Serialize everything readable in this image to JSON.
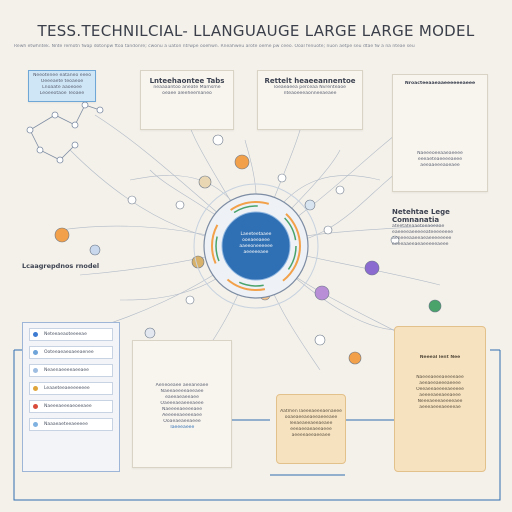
{
  "title": "TESS.TECHNILCIAL- LLANGUAUGE LARGE LARGE MODEL",
  "top_text": "Rewh etwhntek. Nnte remotn fwap dotonpw ftoa tandonre; cwonu a uaton ntrwpe ooehwn. Rneahweu arote oeme pw ceeo. Ooal fenuote; nuon aetpe seu dtae fw a na nteae seu",
  "cards": {
    "top_left": {
      "title": "",
      "lines": [
        "Neeotenee eataneo eeeo",
        "Oeeeaete teoaeoe",
        "Lnoaate aaoeoee",
        "Leoeeotaoe Teoaee"
      ]
    },
    "top_center_left": {
      "title": "Lnteehaontee Tabs",
      "lines": [
        "neaaaantoo aneate Mamsme",
        "oeaee aleeheemaneo"
      ]
    },
    "top_center_right": {
      "title": "Rettelt heaeeannentoe",
      "lines": [
        "loeaeaeea perceaa Nvrenteaoe",
        "nteaoeeeaonneeaeaee"
      ]
    },
    "top_right": {
      "title": "Nroacteeaaeaaeeeeeeaeee",
      "lines": [
        "Naeeeoeeaaeaeeee",
        "eeeaeteaeeeeaeee",
        "aeeaaeeeaoeaee"
      ]
    },
    "right_mid": {
      "title": "Netehtae Lege Comnanatia",
      "lines": [
        "ateetateaaeteeaoeaae",
        "eaeeeeaeeeeeateeeeeeee",
        "aeneeeaaeeaeaeeeeeeee",
        "eeeeaaeeaeaeeeeeaeee"
      ]
    }
  },
  "left_label": "Lcaagrepdnos rnodel",
  "center_lines": [
    "Laeeteetaaee",
    "ooeaeeaeee",
    "aaeeoneeeeee",
    "aeeeeeaee"
  ],
  "left_list": [
    {
      "text": "Neteeaeaoteeeeae",
      "color": "#3c7bd1"
    },
    {
      "text": "Ooteeaeaeoaeeaenee",
      "color": "#6ea4d8"
    },
    {
      "text": "Neaenaeeeeaeeaee",
      "color": "#9fbde0"
    },
    {
      "text": "Leaaeteeaeeeeeeee",
      "color": "#e0a53a"
    },
    {
      "text": "Naeeeaeeeaeoeeaee",
      "color": "#d94b3b"
    },
    {
      "text": "Naaaeaeteeaeeeee",
      "color": "#7fb2e0"
    }
  ],
  "center_bottom": {
    "lines": [
      "Aeneoeaee aeeaneaee",
      "Naeeaeeeeaeeaee",
      "eaeeaeaeeaee",
      "Oaeeeaeaeeeaeee",
      "Naeeeeaeeeeaee",
      "Aeeeeeaeeeeaee",
      "Ooaeaeaeeaeee",
      "Taeeeaeee"
    ]
  },
  "mid_bottom": {
    "lines": [
      "Aatmen laeeeaeeeaenaeee",
      "ooaeaeeaeaeeaeeeaee",
      "leeaeaeeaeeaeaee",
      "eeeaeeaeaeeaeee",
      "aeeeeaeeaeeaee"
    ]
  },
  "right_bottom": {
    "title": "Neeeal lent Nee",
    "lines": [
      "Naeeeaeeeaeeeeaee",
      "aeeaeeaeeeaeeee",
      "Oeeaeeaeeeeaeeeee",
      "aeeeeaeeaeeaeee",
      "Neeeaeeeaeeeeaee",
      "aeeeaeeeaeeeeae"
    ]
  },
  "colors": {
    "accent": "#2f6fb3",
    "node_orange": "#f2a14a",
    "node_purple": "#8c6bd1",
    "node_green": "#4aa36b",
    "line": "#9aa8bc"
  }
}
